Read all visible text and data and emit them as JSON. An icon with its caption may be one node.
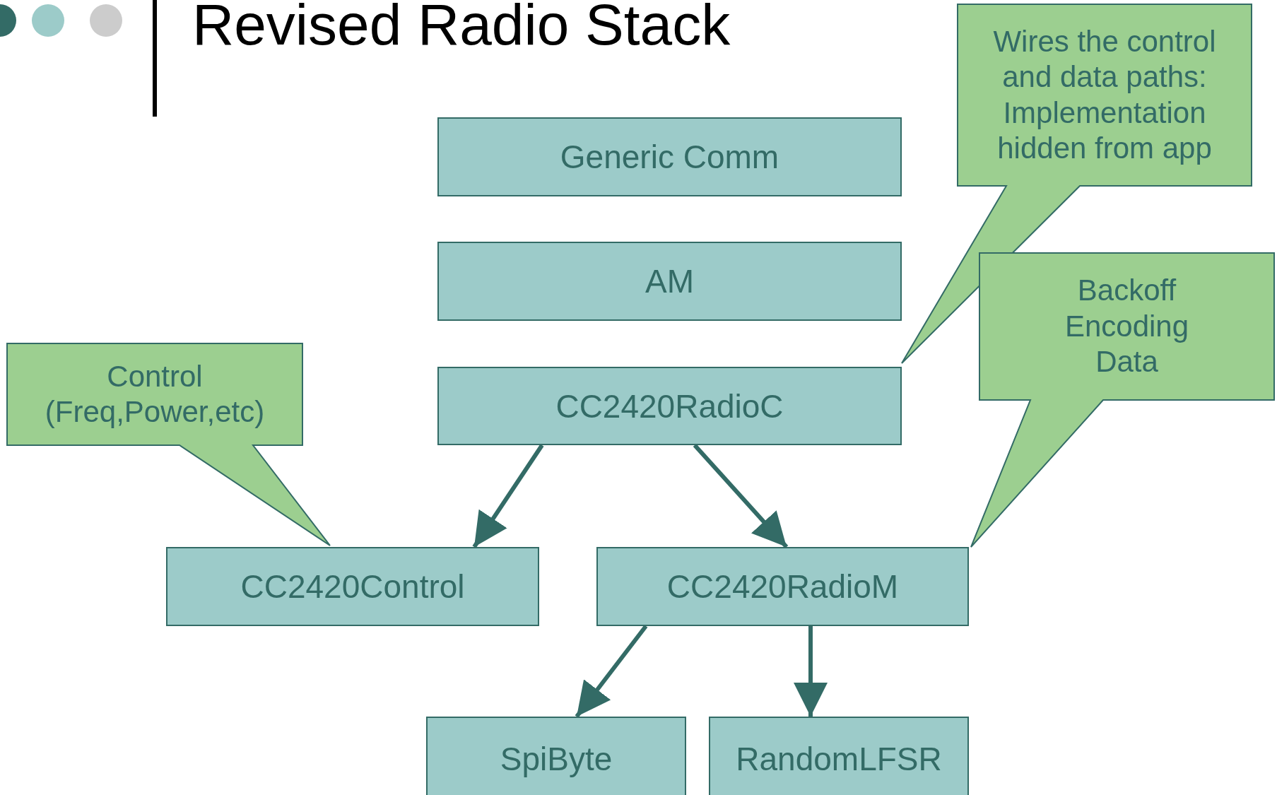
{
  "diagram": {
    "title": "Revised Radio Stack",
    "nodes": [
      {
        "text": [
          "Generic Comm"
        ]
      },
      {
        "text": [
          "AM"
        ]
      },
      {
        "text": [
          "CC2420RadioC"
        ]
      },
      {
        "text": [
          "CC2420Control"
        ]
      },
      {
        "text": [
          "CC2420RadioM"
        ]
      },
      {
        "text": [
          "SpiByte"
        ]
      },
      {
        "text": [
          "RandomLFSR"
        ]
      },
      {
        "text": [
          "Wires the control and data paths: Implementation hidden from app"
        ]
      },
      {
        "text": [
          "Backoff Encoding Data"
        ]
      },
      {
        "text": [
          "Control (Freq,Power,etc)"
        ]
      }
    ],
    "edges": [
      {
        "from": 2,
        "to": 3,
        "arrow": "to"
      },
      {
        "from": 2,
        "to": 4,
        "arrow": "to"
      },
      {
        "from": 4,
        "to": 5,
        "arrow": "to"
      },
      {
        "from": 4,
        "to": 6,
        "arrow": "to"
      }
    ]
  }
}
